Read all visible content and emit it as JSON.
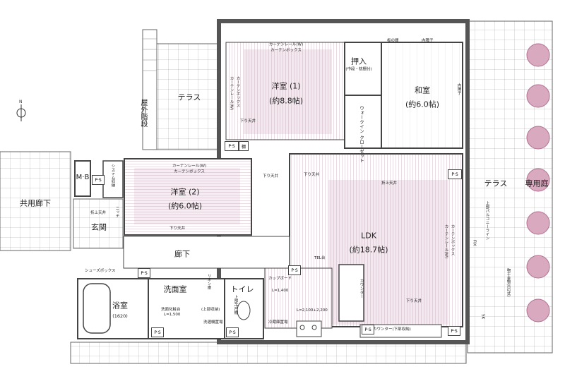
{
  "rooms": {
    "terrace_left": "テラス",
    "exterior_stairs": "屋外階段",
    "western_1": "洋室 (1)",
    "western_1_area": "(約8.8帖)",
    "closet_oshiire": "押入",
    "closet_oshiire_sub": "(中段・枕棚付)",
    "japanese": "和室",
    "japanese_area": "(約6.0帖)",
    "walkin": "ウォークイン クローゼット",
    "western_2": "洋室 (2)",
    "western_2_area": "(約6.0帖)",
    "mb": "M·B",
    "common_corridor": "共用廊下",
    "entrance": "玄関",
    "hallway": "廊下",
    "ldk": "LDK",
    "ldk_area": "(約18.7帖)",
    "terrace_right": "テラス",
    "private_garden": "専用庭",
    "washroom": "洗面室",
    "bathroom": "浴室",
    "bathroom_size": "(1620)",
    "toilet": "トイレ"
  },
  "annotations": {
    "curtain_rail_w_top": "カーテンレール(W)",
    "curtain_box_top": "カーテンボックス",
    "curtain_rail_w_mid": "カーテンレール(W)",
    "curtain_box_mid": "カーテンボックス",
    "curtain_box_v_left": "カーテンボックス",
    "curtain_rail_v_left": "カーテンレール(W)",
    "curtain_box_v_right": "カーテンボックス",
    "curtain_rail_v_right": "カーテンレール(W)",
    "dropped_ceiling": "下り天井",
    "folding_ceiling": "折上天井",
    "ps": "P·S",
    "shelf": "棚",
    "system_storage": "システム収納",
    "niche": "ニッチ",
    "shoe_box": "シューズボックス",
    "linen_shelf": "リネン庫",
    "vanity": "洗面化粧台",
    "vanity_size": "L=1,500",
    "top_shelf": "(上部収納)",
    "washer_pan": "洗濯機置場",
    "toilet_storage": "上部吊戸棚",
    "fridge": "冷蔵庫置場",
    "tel": "TEL台",
    "cupboard": "カップボード",
    "cupboard_size": "L=1,400",
    "kitchen_size": "L=2,100+2,200",
    "counter": "カウンター",
    "counter_bottom": "カウンター(下部収納)",
    "pergola": "上部パルコニーライン",
    "laundry": "物干金物(日2式)",
    "fix": "FIX",
    "sk": "SK",
    "sliding_sash": "内障子",
    "board": "板の間",
    "uchishoji": "内障子"
  },
  "colors": {
    "wall": "#7a7a7a",
    "floor_wood": "#c8a7b8",
    "line": "#333333",
    "tile": "#999999",
    "tree": "#c98fa8"
  }
}
